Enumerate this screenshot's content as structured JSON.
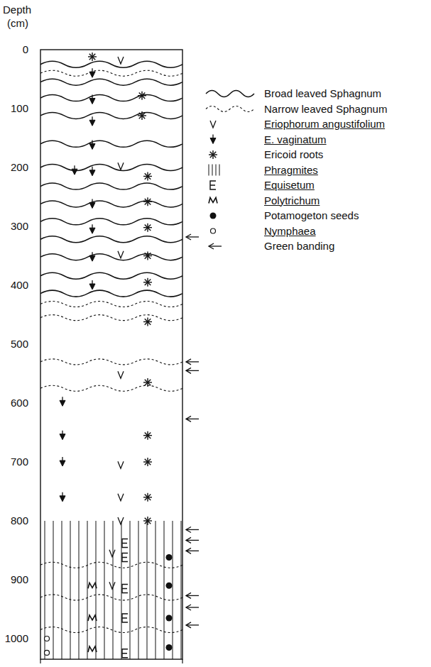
{
  "diagram": {
    "labels": [
      "Depth",
      "(cm)",
      "0",
      "100",
      "200",
      "300",
      "400",
      "500",
      "600",
      "700",
      "800",
      "900",
      "1000"
    ],
    "legend": [
      {
        "text": "Broad leaved Sphagnum"
      },
      {
        "text": "Narrow leaved Sphagnum"
      },
      {
        "text": "Eriophorum angustifolium"
      },
      {
        "text": "E. vaginatum"
      },
      {
        "text": "Ericoid roots"
      },
      {
        "text": "Phragmites"
      },
      {
        "text": "Equisetum"
      },
      {
        "text": "Polytrichum"
      },
      {
        "text": "Potamogeton seeds"
      },
      {
        "text": "Nymphaea"
      },
      {
        "text": "Green banding"
      }
    ]
  }
}
